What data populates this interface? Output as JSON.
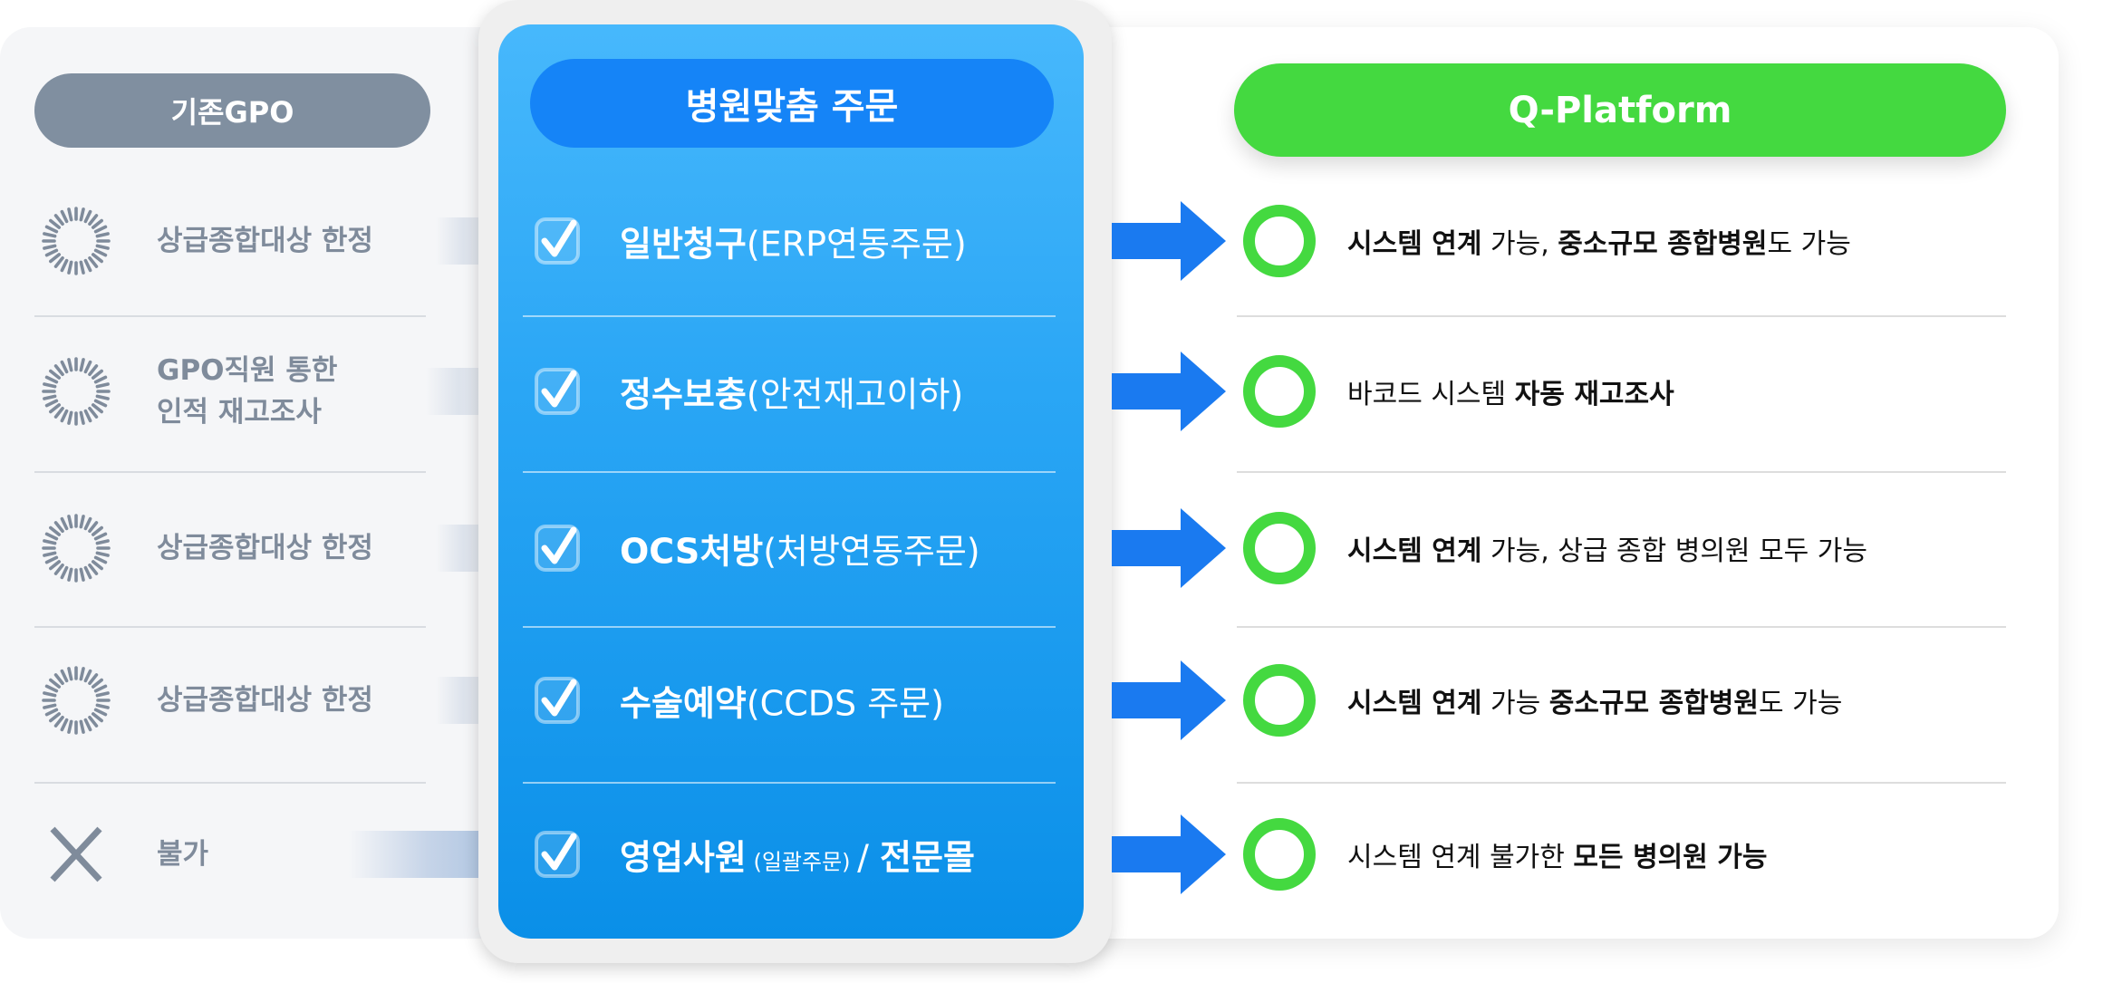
{
  "headers": {
    "legacy": "기존GPO",
    "center": "병원맞춤 주문",
    "platform": "Q-Platform"
  },
  "colors": {
    "legacy_gray": "#808fa0",
    "center_blue": "#1584f7",
    "arrow_blue": "#1a7af0",
    "platform_green": "#44d940"
  },
  "rows": [
    {
      "legacy_icon": "dashed-ring-icon",
      "legacy_text": "상급종합대상 한정",
      "center": [
        {
          "text": "일반청구",
          "style": "bold"
        },
        {
          "text": "(ERP연동주문)",
          "style": "normal"
        }
      ],
      "platform": [
        {
          "text": "시스템 연계",
          "style": "bold"
        },
        {
          "text": " 가능, ",
          "style": "normal"
        },
        {
          "text": "중소규모 종합병원",
          "style": "bold"
        },
        {
          "text": "도 가능",
          "style": "normal"
        }
      ]
    },
    {
      "legacy_icon": "dashed-ring-icon",
      "legacy_text": "GPO직원 통한\n인적 재고조사",
      "center": [
        {
          "text": "정수보충",
          "style": "bold"
        },
        {
          "text": "(안전재고이하)",
          "style": "normal"
        }
      ],
      "platform": [
        {
          "text": "바코드 시스템 ",
          "style": "normal"
        },
        {
          "text": "자동 재고조사",
          "style": "bold"
        }
      ]
    },
    {
      "legacy_icon": "dashed-ring-icon",
      "legacy_text": "상급종합대상 한정",
      "center": [
        {
          "text": "OCS처방",
          "style": "bold"
        },
        {
          "text": "(처방연동주문)",
          "style": "normal"
        }
      ],
      "platform": [
        {
          "text": "시스템 연계",
          "style": "bold"
        },
        {
          "text": " 가능, 상급 종합 병의원 모두 가능",
          "style": "normal"
        }
      ]
    },
    {
      "legacy_icon": "dashed-ring-icon",
      "legacy_text": "상급종합대상 한정",
      "center": [
        {
          "text": "수술예약",
          "style": "bold"
        },
        {
          "text": "(CCDS 주문)",
          "style": "normal"
        }
      ],
      "platform": [
        {
          "text": "시스템 연계",
          "style": "bold"
        },
        {
          "text": " 가능 ",
          "style": "normal"
        },
        {
          "text": "중소규모 종합병원",
          "style": "bold"
        },
        {
          "text": "도 가능",
          "style": "normal"
        }
      ]
    },
    {
      "legacy_icon": "x-icon",
      "legacy_text": "불가",
      "center": [
        {
          "text": "영업사원",
          "style": "bold"
        },
        {
          "text": " (일괄주문) ",
          "style": "small"
        },
        {
          "text": "/ ",
          "style": "normal"
        },
        {
          "text": "전문몰",
          "style": "bold"
        }
      ],
      "platform": [
        {
          "text": "시스템 연계 불가한 ",
          "style": "normal"
        },
        {
          "text": "모든 병의원 가능",
          "style": "bold"
        }
      ]
    }
  ]
}
